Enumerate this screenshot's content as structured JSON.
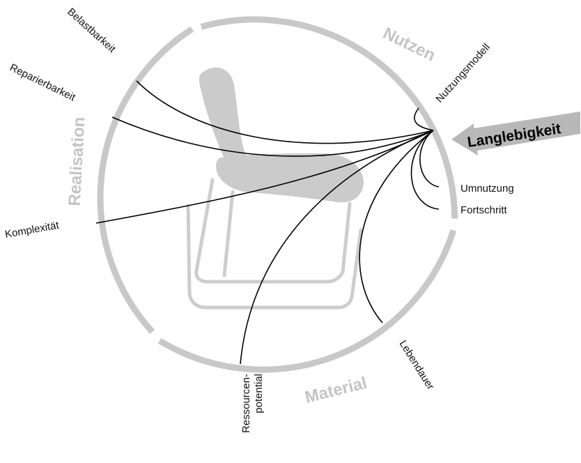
{
  "result": {
    "label": "Langlebigkeit",
    "arrow_color": "#b8b8b8"
  },
  "categories": {
    "nutzen": "Nutzen",
    "realisation": "Realisation",
    "material": "Material",
    "color": "#c4c4c4"
  },
  "factors": {
    "belastbarkeit": "Belastbarkeit",
    "reparierbarkeit": "Reparierbarkeit",
    "komplexitaet": "Komplexität",
    "nutzungsmodell": "Nutzungsmodell",
    "umnutzung": "Umnutzung",
    "fortschritt": "Fortschritt",
    "lebendauer": "Lebendauer",
    "ressourcen_line1": "Ressourcen-",
    "ressourcen_line2": "potential"
  }
}
